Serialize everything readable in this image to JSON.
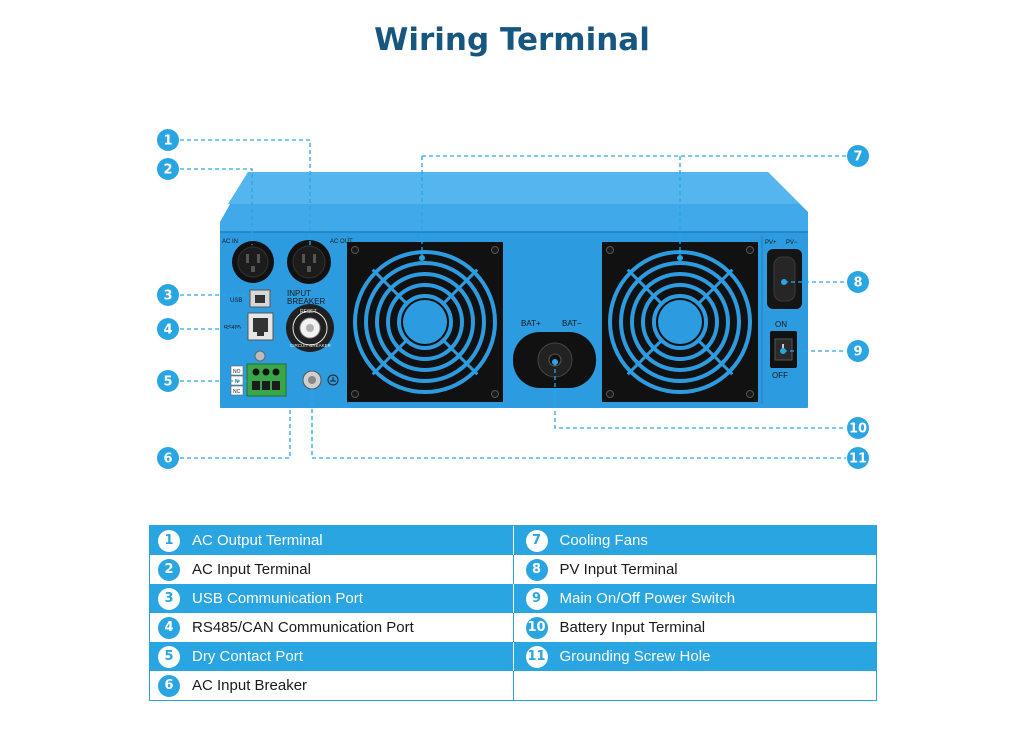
{
  "title": "Wiring Terminal",
  "device_labels": {
    "ac_in": "AC IN",
    "ac_out": "AC OUT",
    "input": "INPUT",
    "breaker": "BREAKER",
    "usb": "USB",
    "rs485": "RS485",
    "bat_plus": "BAT+",
    "bat_minus": "BAT−",
    "pv_plus": "PV+",
    "pv_minus": "PV−",
    "on": "ON",
    "off": "OFF",
    "reset": "RESET",
    "circuit_breaker": "CIRCUIT BREAKER",
    "dry_contact_labels": [
      "NO",
      "N",
      "NC"
    ]
  },
  "callouts": [
    "1",
    "2",
    "3",
    "4",
    "5",
    "6",
    "7",
    "8",
    "9",
    "10",
    "11"
  ],
  "legend": [
    {
      "num": "1",
      "label": "AC Output Terminal"
    },
    {
      "num": "2",
      "label": "AC Input Terminal"
    },
    {
      "num": "3",
      "label": "USB Communication Port"
    },
    {
      "num": "4",
      "label": "RS485/CAN Communication Port"
    },
    {
      "num": "5",
      "label": "Dry Contact Port"
    },
    {
      "num": "6",
      "label": "AC Input Breaker"
    },
    {
      "num": "7",
      "label": "Cooling Fans"
    },
    {
      "num": "8",
      "label": "PV Input Terminal"
    },
    {
      "num": "9",
      "label": "Main On/Off Power Switch"
    },
    {
      "num": "10",
      "label": "Battery Input Terminal"
    },
    {
      "num": "11",
      "label": "Grounding Screw Hole"
    }
  ],
  "colors": {
    "title": "#17567e",
    "device_blue": "#2d9be0",
    "device_top": "#3fa9ea",
    "callout": "#29a6e2",
    "legend_blue": "#29a6e2"
  }
}
